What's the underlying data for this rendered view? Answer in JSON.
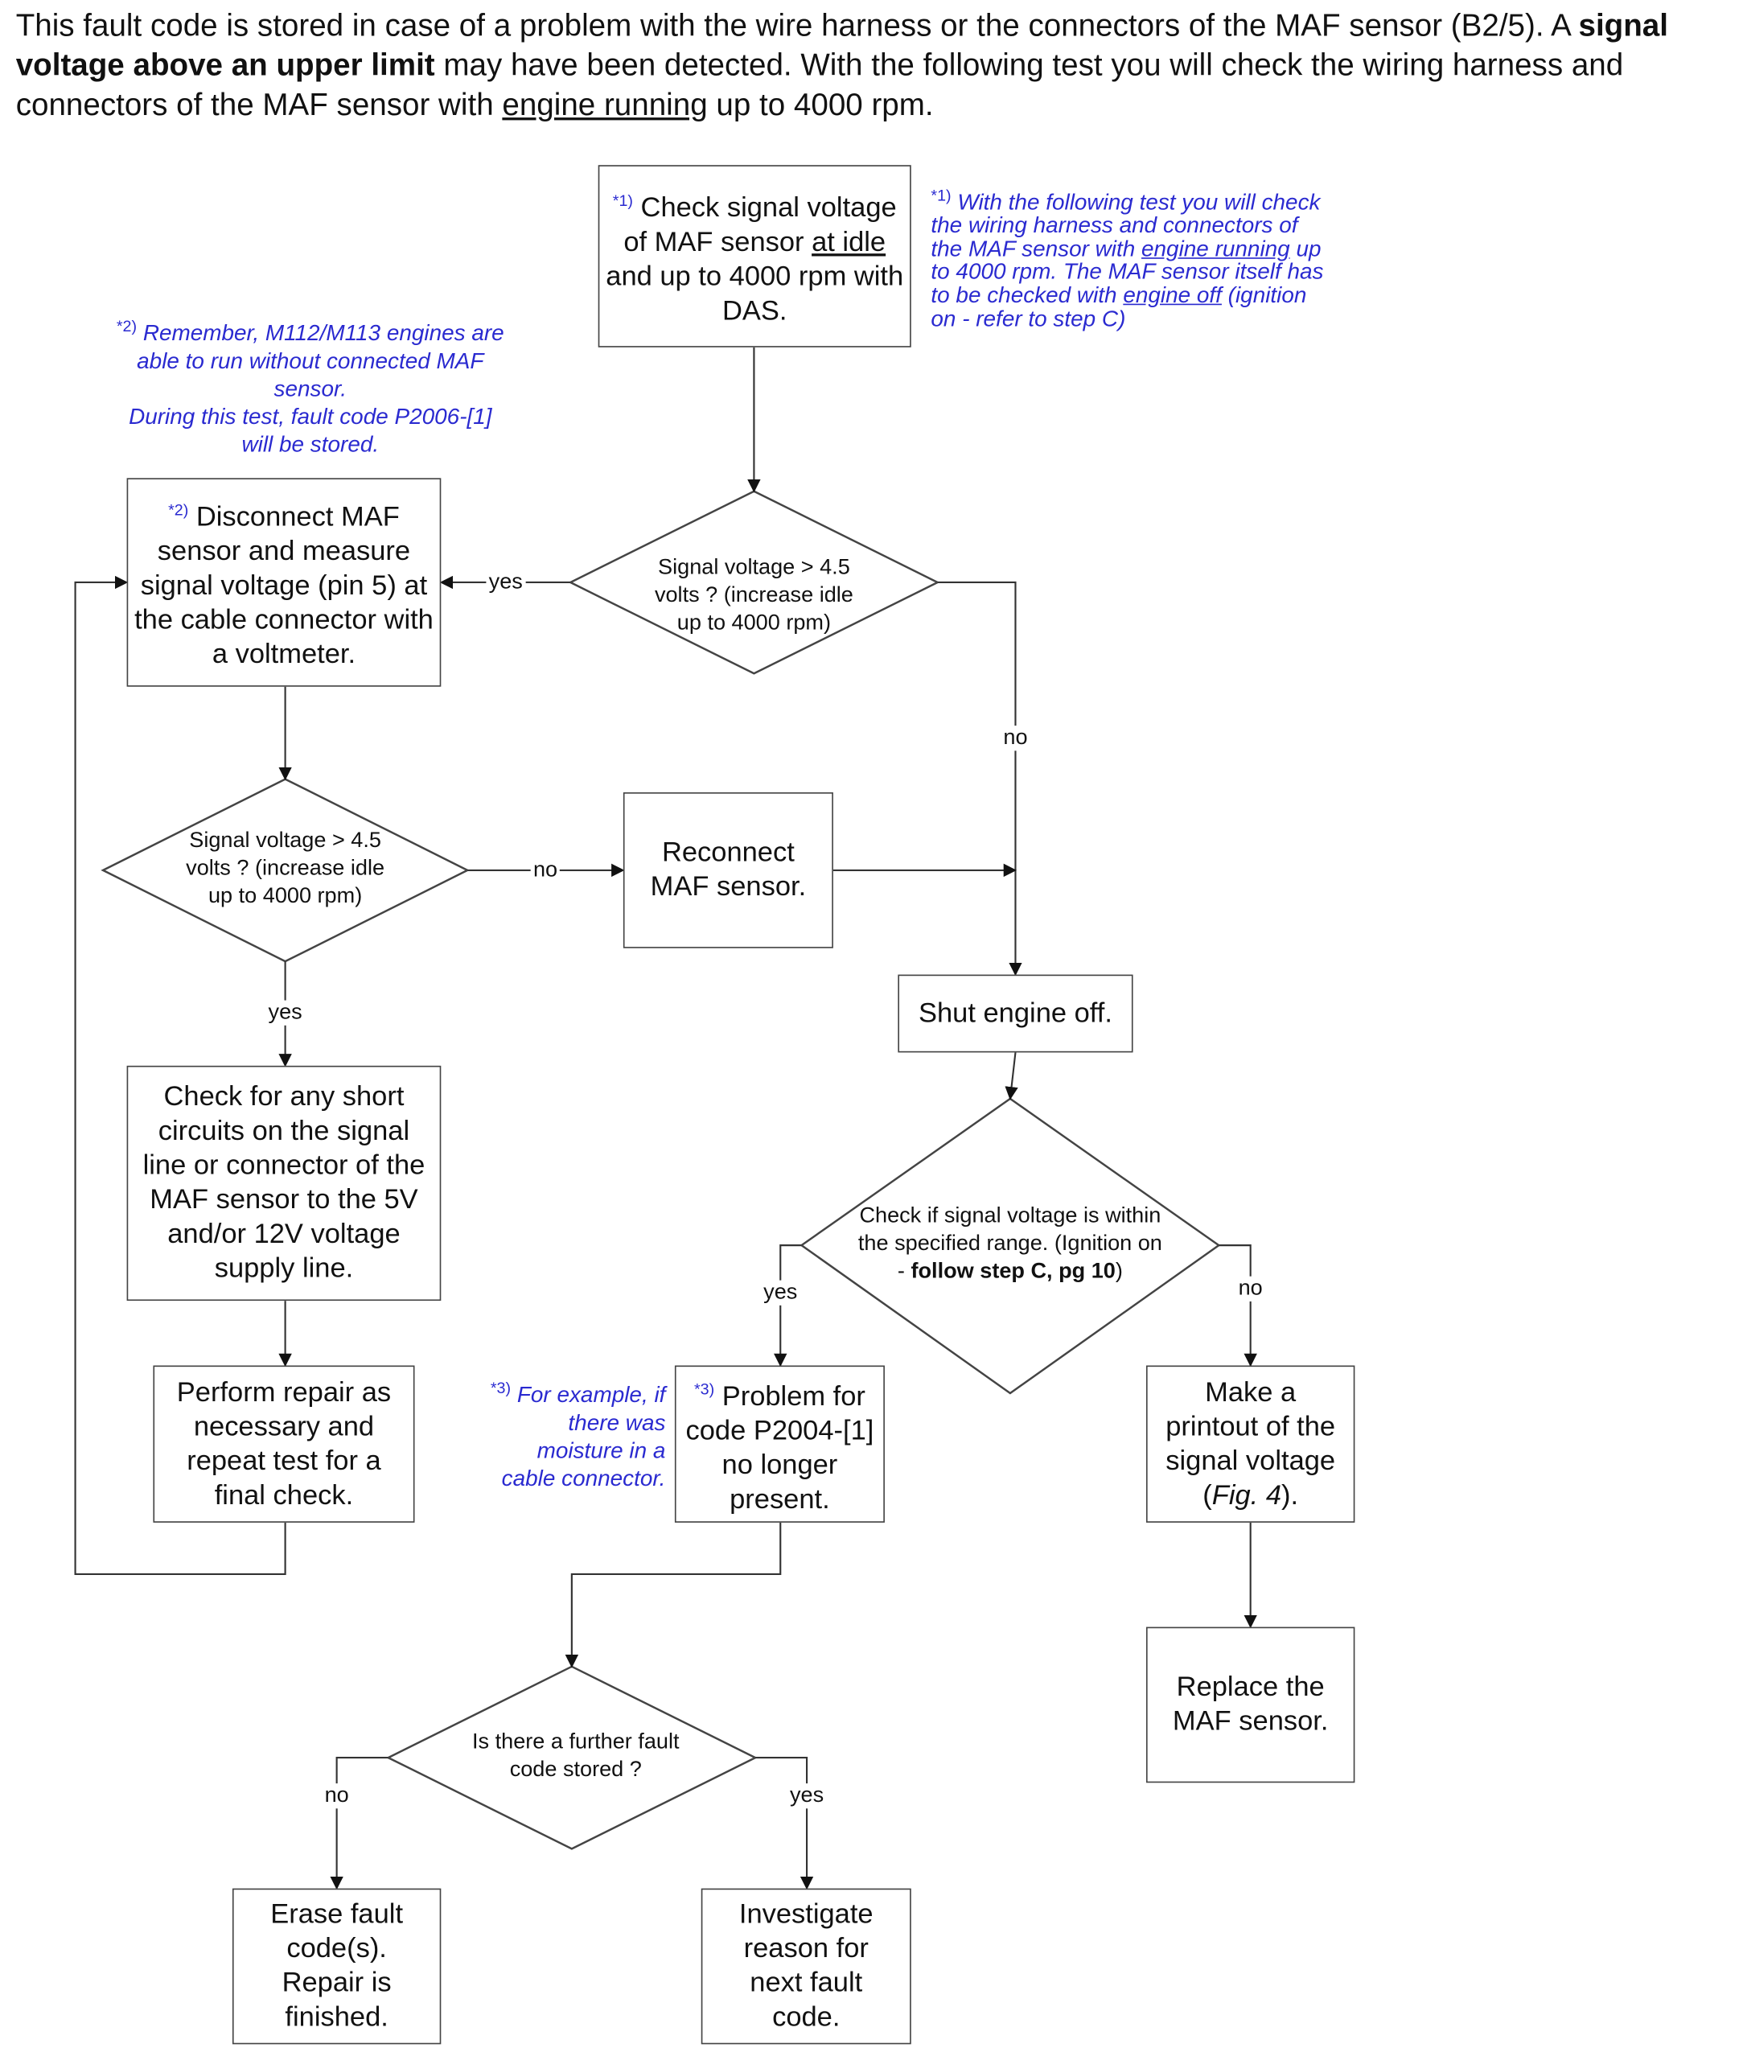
{
  "intro": {
    "p1": "This fault code is stored in case of a problem with the wire harness or the connectors of the  MAF sensor (B2/5). A ",
    "bold": "signal voltage above an upper limit",
    "p2": " may have been detected. With the following test you will check the wiring harness and connectors of the  MAF sensor with ",
    "underlined": "engine running",
    "p3": " up to 4000 rpm."
  },
  "notes": {
    "n1": {
      "marker": "*1)",
      "a": " With the following test you will check the wiring harness and connectors of the  MAF sensor with ",
      "u1": "engine running",
      "b": " up to 4000 rpm. The  MAF sensor itself has to be checked with ",
      "u2": "engine off",
      "c": " (ignition on - refer to step C)"
    },
    "n2": {
      "marker": "*2)",
      "a": " Remember, M112/M113 engines are able to run without connected MAF sensor.",
      "b": "During this test, fault code P2006-[1] will be stored."
    },
    "n3": {
      "marker": "*3)",
      "a": " For example, if there was moisture in a cable connector."
    }
  },
  "boxes": {
    "check_signal": {
      "marker": "*1)",
      "a": " Check signal voltage of  MAF sensor ",
      "u": "at idle",
      "b": " and up to 4000 rpm with DAS."
    },
    "disconnect": {
      "marker": "*2)",
      "a": " Disconnect  MAF sensor and measure signal voltage (pin 5) at the cable connector with a voltmeter."
    },
    "reconnect": "Reconnect MAF sensor.",
    "shut_off": "Shut engine off.",
    "check_short": "Check for any short circuits on the signal line or connector of the MAF sensor to the 5V and/or 12V voltage supply line.",
    "perform_repair": "Perform repair as necessary and repeat test  for a final check.",
    "problem": {
      "marker": "*3)",
      "a": " Problem for code P2004-[1] no longer present."
    },
    "printout": {
      "a": "Make a printout of the signal voltage (",
      "i": "Fig. 4",
      "b": ")."
    },
    "replace": "Replace the MAF sensor.",
    "erase": "Erase fault code(s). Repair is finished.",
    "investigate": "Investigate reason for next fault code."
  },
  "decisions": {
    "d1": "Signal voltage > 4.5 volts ? (increase idle up to 4000 rpm)",
    "d2": "Signal voltage > 4.5 volts ? (increase idle up to 4000 rpm)",
    "d3": {
      "a": "Check if signal voltage is within the specified range. (Ignition on - ",
      "bold": "follow step C, pg 10",
      "b": ")"
    },
    "d4": "Is there a further fault code stored ?"
  },
  "labels": {
    "yes": "yes",
    "no": "no"
  },
  "colors": {
    "note": "#2a2ad0",
    "line": "#444444"
  }
}
